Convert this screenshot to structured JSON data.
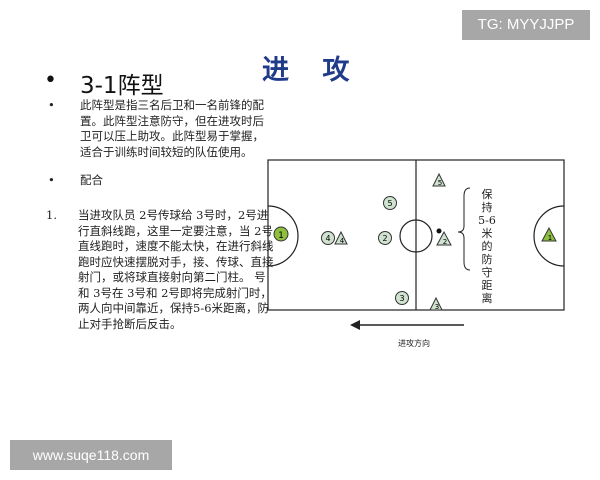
{
  "watermark_top": "TG: MYYJJPP",
  "title": "进 攻",
  "main_bullet": "3-1阵型",
  "bullet1": "此阵型是指三名后卫和一名前锋的配置。此阵型注意防守，但在进攻时后卫可以压上助攻。此阵型易于掌握，适合于训练时间较短的队伍使用。",
  "bullet2": "配合",
  "list_number": "1.",
  "list_text": "当进攻队员 2号传球给 3号时，2号进行直斜线跑，这里一定要注意，当 2号直线跑时，速度不能太快，在进行斜线跑时应快速摆脱对手，接、传球、直接射门，或将球直接射向第二门柱。 号和 3号在 3号和 2号即将完成射门时，两人向中间靠近，保持5-6米距离，防止对手抢断后反击。",
  "diagram": {
    "side_note": "保持5-6米的防守距离",
    "direction_label": "进攻方向",
    "players_circle": [
      "1",
      "4",
      "2",
      "5",
      "3"
    ],
    "players_triangle": [
      "5",
      "2",
      "3",
      "4",
      "1"
    ]
  },
  "watermark_bottom": "www.suqe118.com",
  "colors": {
    "title": "#1f3b8a",
    "keeper": "#8fbf3f",
    "player": "#cfe3d0"
  }
}
